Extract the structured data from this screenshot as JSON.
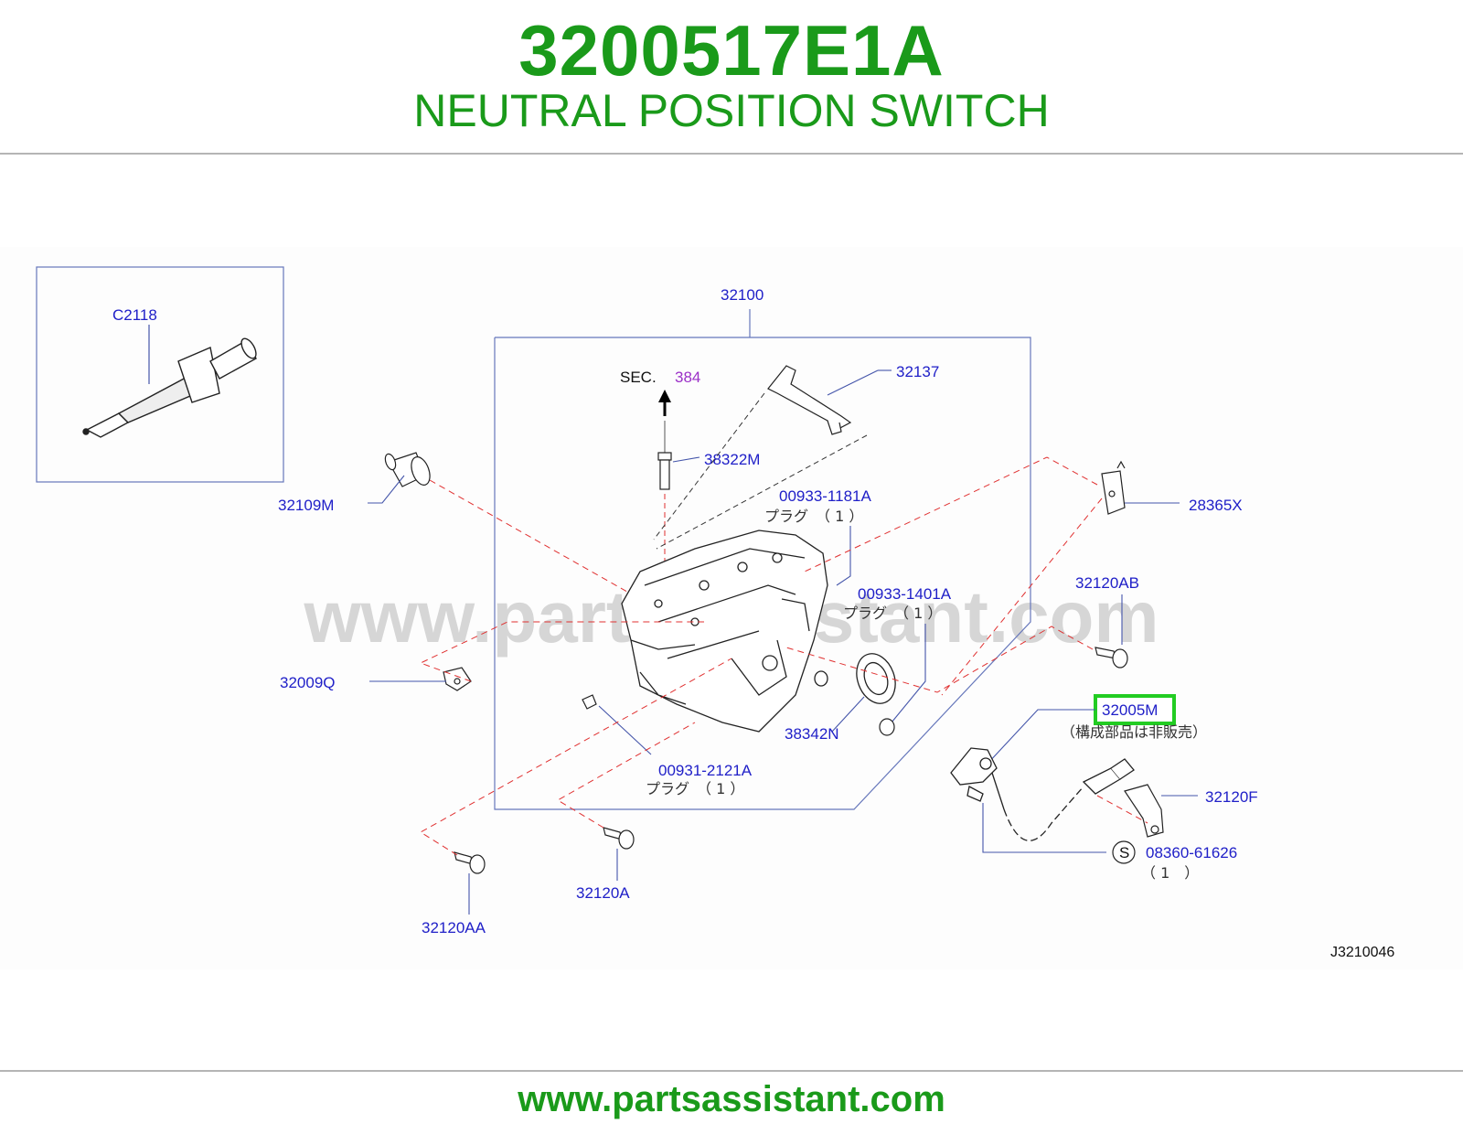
{
  "header": {
    "part_number": "3200517E1A",
    "part_name": "NEUTRAL POSITION SWITCH"
  },
  "diagram": {
    "labels": {
      "c2118": "C2118",
      "p32100": "32100",
      "sec": "SEC.",
      "sec_num": "384",
      "p32137": "32137",
      "p38322m": "38322M",
      "p32109m": "32109M",
      "p00933_1181a": "00933-1181A",
      "plug1": "プラグ　（ 1 ）",
      "p28365x": "28365X",
      "p00933_1401a": "00933-1401A",
      "plug2": "プラグ　（ 1 ）",
      "p32120ab": "32120AB",
      "p32009q": "32009Q",
      "p32005m": "32005M",
      "not_sold": "（構成部品は非販売）",
      "p38342n": "38342N",
      "p00931_2121a": "00931-2121A",
      "plug3": "プラグ　（ 1 ）",
      "p32120f": "32120F",
      "s_mark": "S",
      "p08360_61626": "08360-61626",
      "qty1": "（ 1　）",
      "p32120a": "32120A",
      "p32120aa": "32120AA",
      "ref": "J3210046"
    },
    "watermark": "www.partsassistant.com",
    "highlighted_part": "32005M",
    "colors": {
      "title_green": "#1a9a1a",
      "label_blue": "#2020c8",
      "dash_red": "#e03030",
      "highlight_green": "#22cc22"
    }
  },
  "footer": {
    "url": "www.partsassistant.com"
  }
}
